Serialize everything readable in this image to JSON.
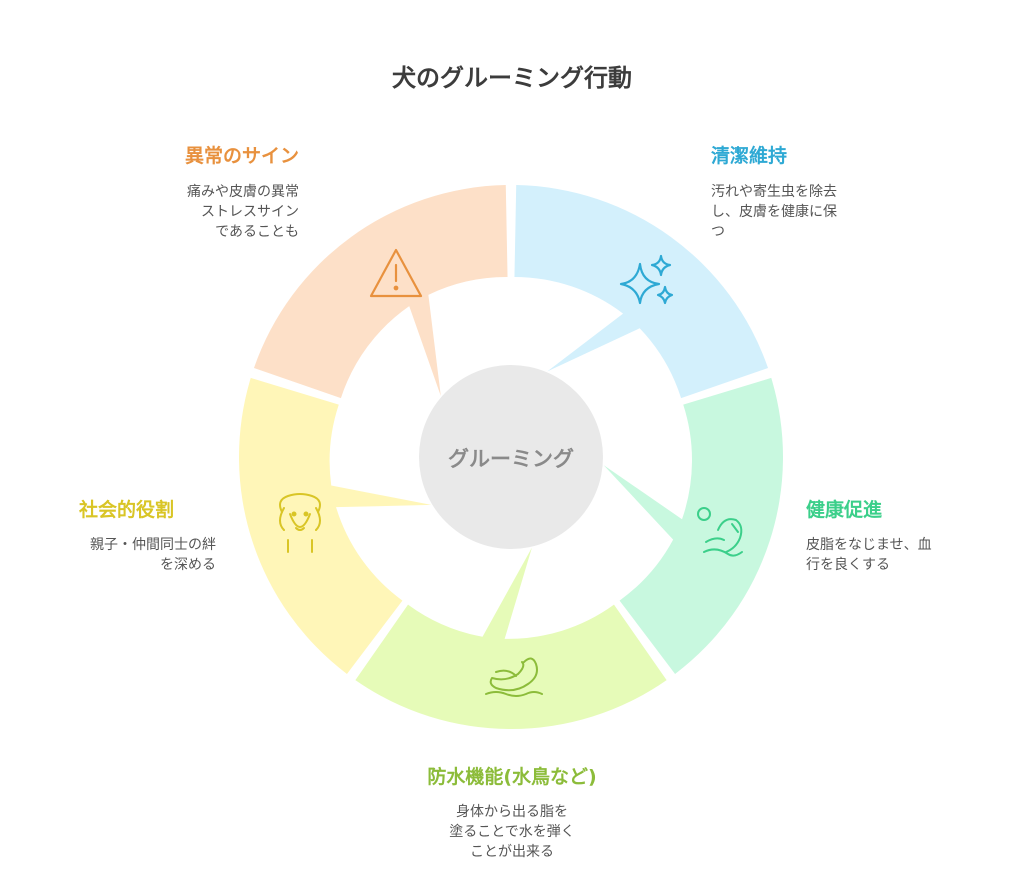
{
  "title": "犬のグルーミング行動",
  "center_label": "グルーミング",
  "colors": {
    "abnormal_fill": "#fde0c8",
    "abnormal_accent": "#e8913e",
    "clean_fill": "#d3f0fc",
    "clean_accent": "#2ea9d4",
    "health_fill": "#c8f8df",
    "health_accent": "#3bcf8a",
    "water_fill": "#e6fbb8",
    "water_accent": "#8cbc3a",
    "social_fill": "#fff6b8",
    "social_accent": "#d9c526",
    "hub_fill": "#e9e9e9",
    "hub_text": "#8a8a8a"
  },
  "segments": {
    "abnormal": {
      "heading": "異常のサイン",
      "lines": [
        "痛みや皮膚の異常",
        "ストレスサイン",
        "であることも"
      ],
      "icon": "warning-icon"
    },
    "clean": {
      "heading": "清潔維持",
      "lines": [
        "汚れや寄生虫を除去",
        "し、皮膚を健康に保",
        "つ"
      ],
      "icon": "sparkle-icon"
    },
    "health": {
      "heading": "健康促進",
      "lines": [
        "皮脂をなじませ、血",
        "行を良くする"
      ],
      "icon": "massage-hand-icon"
    },
    "water": {
      "heading": "防水機能(水鳥など)",
      "lines": [
        "身体から出る脂を",
        "塗ることで水を弾く",
        "ことが出来る"
      ],
      "icon": "swan-icon"
    },
    "social": {
      "heading": "社会的役割",
      "lines": [
        "親子・仲間同士の絆",
        "を深める"
      ],
      "icon": "dog-face-icon"
    }
  }
}
